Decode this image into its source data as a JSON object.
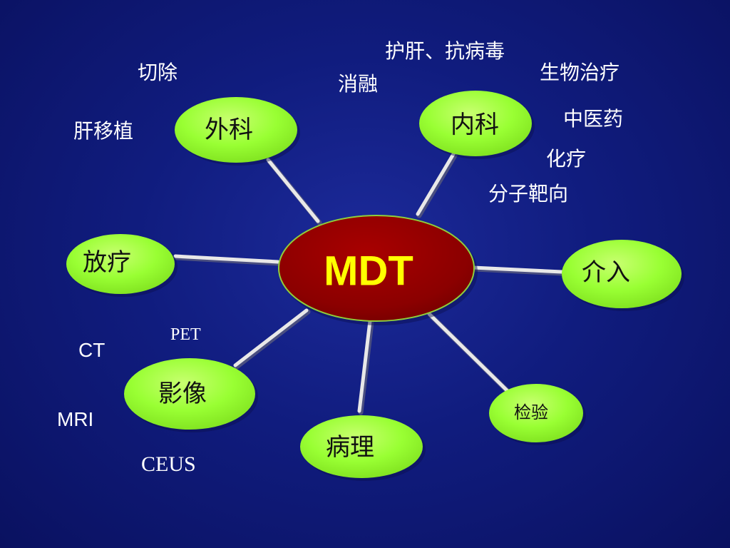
{
  "center": {
    "label": "MDT"
  },
  "nodes": {
    "surgery": "外科",
    "internal_medicine": "内科",
    "radiotherapy": "放疗",
    "intervention": "介入",
    "imaging": "影像",
    "pathology": "病理",
    "laboratory": "检验"
  },
  "annotations": {
    "resection": "切除",
    "liver_transplant": "肝移植",
    "ablation": "消融",
    "liver_protection_antiviral": "护肝、抗病毒",
    "biotherapy": "生物治疗",
    "tcm": "中医药",
    "chemotherapy": "化疗",
    "targeted_therapy": "分子靶向",
    "pet": "PET",
    "ct": "CT",
    "mri": "MRI",
    "ceus": "CEUS"
  },
  "colors": {
    "center_fill": "#8b0000",
    "center_text": "#ffff00",
    "node_fill": "#99ff33",
    "connector": "#e8e8e8",
    "background": "#101c7e"
  }
}
